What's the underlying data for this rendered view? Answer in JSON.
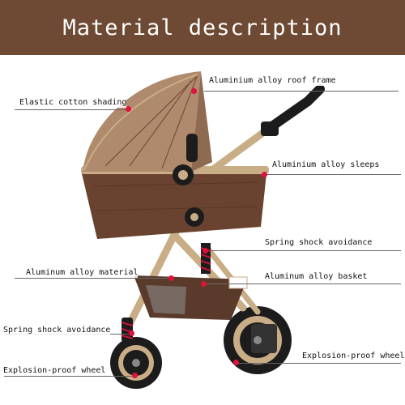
{
  "title": "Material description",
  "labels": {
    "roof_frame": "Aluminium alloy roof frame",
    "cotton_shading": "Elastic cotton shading",
    "sleeps": "Aluminium alloy sleeps",
    "spring_right": "Spring shock avoidance",
    "material": "Aluminum alloy material",
    "basket": "Aluminum alloy basket",
    "spring_left": "Spring shock avoidance",
    "wheel_left": "Explosion-proof wheel",
    "wheel_right": "Explosion-proof wheel"
  },
  "colors": {
    "banner": "#6e4a34",
    "canopy": "#b08a6c",
    "fabric": "#6a4330",
    "frame": "#c8ad86",
    "accent": "#e0123c"
  }
}
